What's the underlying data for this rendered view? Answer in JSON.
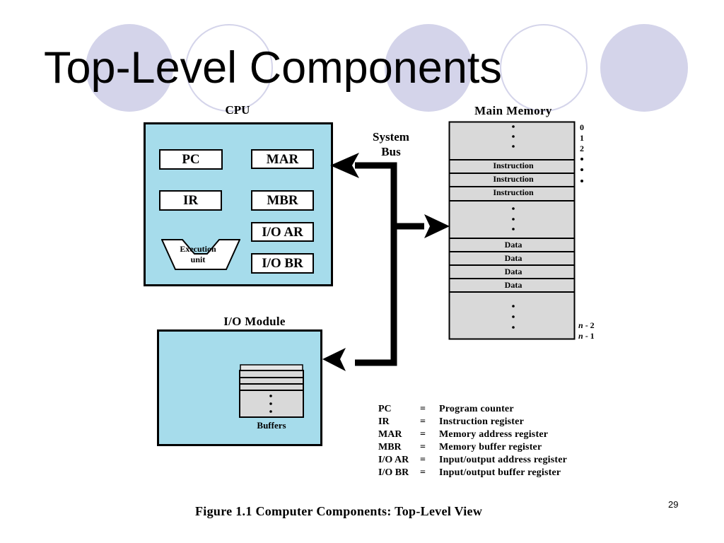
{
  "slide": {
    "title": "Top-Level Components",
    "number": "29",
    "decoration_colors": {
      "circle_fill": "#d4d4ea"
    }
  },
  "diagram": {
    "cpu": {
      "label": "CPU",
      "fill_color": "#a6dceb",
      "registers": [
        "PC",
        "MAR",
        "IR",
        "MBR",
        "I/O AR",
        "I/O BR"
      ],
      "execution_unit": [
        "Execution",
        "unit"
      ]
    },
    "system_bus": {
      "label_line1": "System",
      "label_line2": "Bus"
    },
    "main_memory": {
      "label": "Main Memory",
      "instruction_rows": [
        "Instruction",
        "Instruction",
        "Instruction"
      ],
      "data_rows": [
        "Data",
        "Data",
        "Data",
        "Data"
      ],
      "address_top": [
        "0",
        "1",
        "2"
      ],
      "address_bottom": [
        {
          "n": "n",
          "offset": " - 2"
        },
        {
          "n": "n",
          "offset": " - 1"
        }
      ]
    },
    "io_module": {
      "label": "I/O Module",
      "buffers_label": "Buffers"
    },
    "legend": [
      {
        "abbr": "PC",
        "eq": "=",
        "definition": "Program counter"
      },
      {
        "abbr": "IR",
        "eq": "=",
        "definition": "Instruction register"
      },
      {
        "abbr": "MAR",
        "eq": "=",
        "definition": "Memory address register"
      },
      {
        "abbr": "MBR",
        "eq": "=",
        "definition": "Memory buffer register"
      },
      {
        "abbr": "I/O AR",
        "eq": "=",
        "definition": "Input/output address register"
      },
      {
        "abbr": "I/O BR",
        "eq": "=",
        "definition": "Input/output buffer register"
      }
    ],
    "caption": "Figure 1.1  Computer Components: Top-Level View"
  }
}
